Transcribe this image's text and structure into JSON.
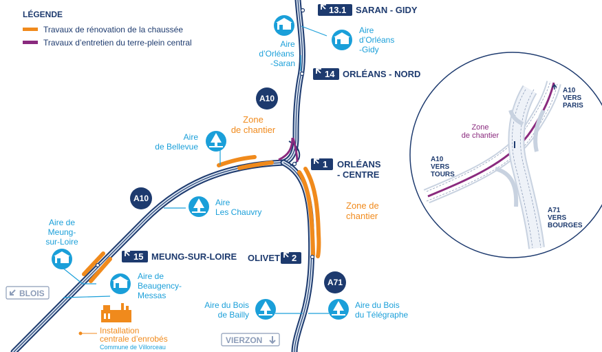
{
  "legend": {
    "title": "LÉGENDE",
    "items": [
      {
        "label": "Travaux de rénovation de la chaussée",
        "color": "#f08a1c"
      },
      {
        "label": "Travaux d’entretien du terre-plein central",
        "color": "#8a2a7e"
      }
    ]
  },
  "colors": {
    "road": "#1d3a6e",
    "road_inner": "#d8e3f0",
    "orange": "#f08a1c",
    "purple": "#8a2a7e",
    "aire": "#1a9fd9",
    "grey": "#8c9cb8"
  },
  "routes": {
    "a10_top": "A10",
    "a10_left": "A10",
    "a71": "A71"
  },
  "exits": {
    "e131": {
      "num": "13.1",
      "name": "SARAN - GIDY"
    },
    "e14": {
      "num": "14",
      "name": "ORLÉANS - NORD"
    },
    "e1": {
      "num": "1",
      "name_l1": "ORLÉANS",
      "name_l2": "- CENTRE"
    },
    "e15": {
      "num": "15",
      "name": "MEUNG-SUR-LOIRE"
    },
    "e2": {
      "num": "2",
      "name": "OLIVET"
    }
  },
  "aires": {
    "saran": {
      "l1": "Aire",
      "l2": "d’Orléans",
      "l3": "-Saran",
      "icon": "service-station-icon"
    },
    "gidy": {
      "l1": "Aire",
      "l2": "d’Orléans",
      "l3": "-Gidy",
      "icon": "service-station-icon"
    },
    "bellevue": {
      "l1": "Aire",
      "l2": "de Bellevue",
      "icon": "rest-area-tree-icon"
    },
    "chauvry": {
      "l1": "Aire",
      "l2": "Les Chauvry",
      "icon": "rest-area-tree-icon"
    },
    "meung": {
      "l1": "Aire de",
      "l2": "Meung-",
      "l3": "sur-Loire",
      "icon": "service-station-icon"
    },
    "beaugency": {
      "l1": "Aire de",
      "l2": "Beaugency-",
      "l3": "Messas",
      "icon": "service-station-icon"
    },
    "bailly": {
      "l1": "Aire du Bois",
      "l2": "de Bailly",
      "icon": "rest-area-tree-icon"
    },
    "telegraphe": {
      "l1": "Aire du Bois",
      "l2": "du Télégraphe",
      "icon": "rest-area-tree-icon"
    }
  },
  "zones": {
    "zone1": {
      "l1": "Zone",
      "l2": "de chantier"
    },
    "zone2": {
      "l1": "Zone de",
      "l2": "chantier"
    }
  },
  "directions": {
    "blois": "BLOIS",
    "vierzon": "VIERZON"
  },
  "installation": {
    "l1": "Installation",
    "l2": "centrale d’enrobés",
    "l3": "Commune de Villorceau"
  },
  "inset": {
    "zone_l1": "Zone",
    "zone_l2": "de chantier",
    "a10_paris": [
      "A10",
      "VERS",
      "PARIS"
    ],
    "a10_tours": [
      "A10",
      "VERS",
      "TOURS"
    ],
    "a71_bourges": [
      "A71",
      "VERS",
      "BOURGES"
    ]
  }
}
